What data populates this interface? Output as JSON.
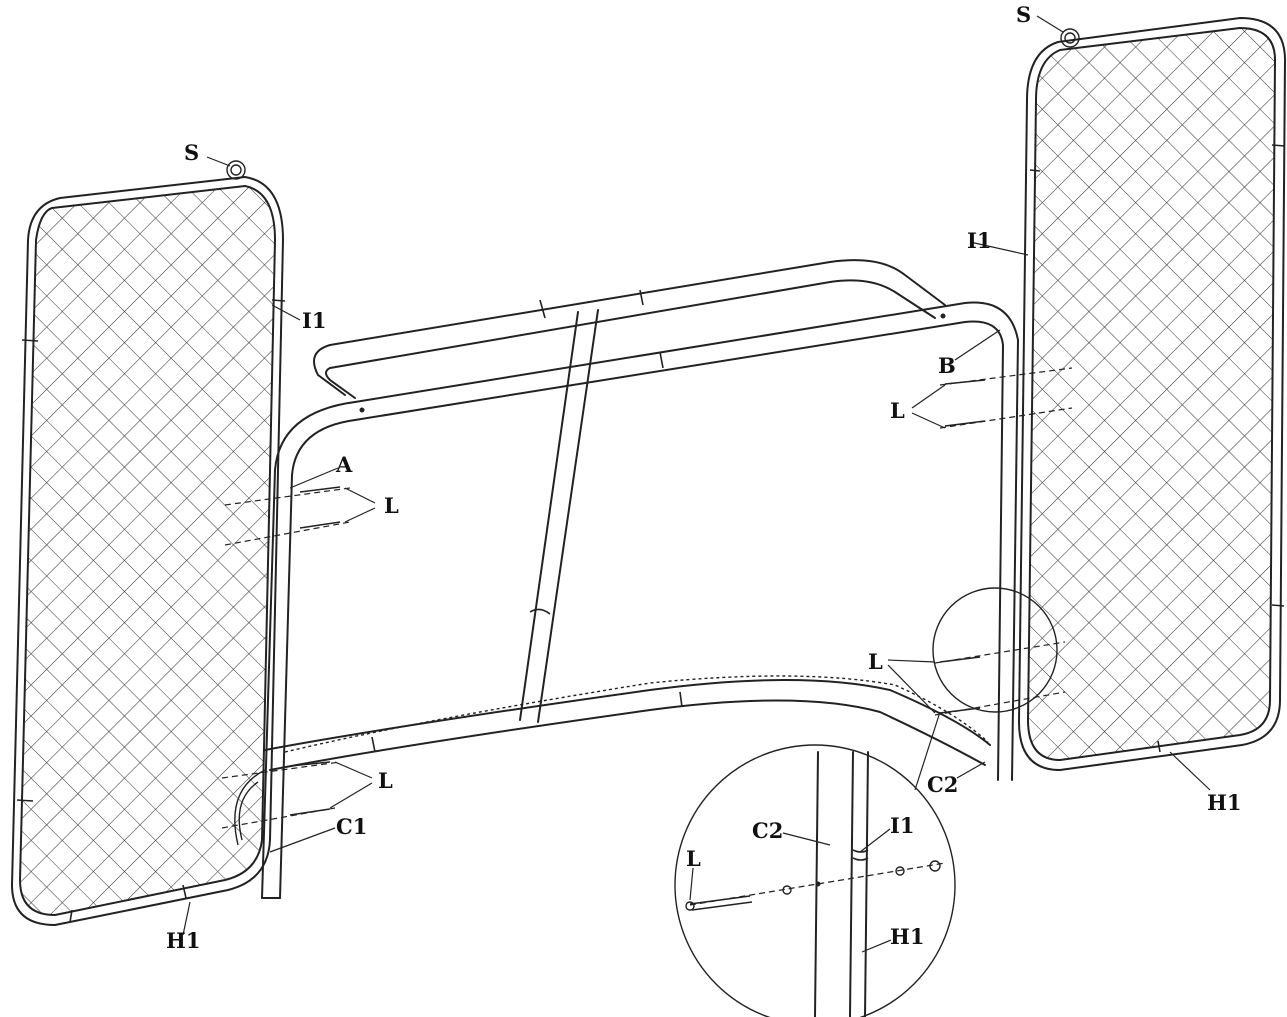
{
  "colors": {
    "ink": "#222222",
    "background": "#ffffff"
  },
  "labels": {
    "S": "S",
    "I1": "I1",
    "A": "A",
    "B": "B",
    "L": "L",
    "C1": "C1",
    "C2": "C2",
    "H1": "H1"
  }
}
